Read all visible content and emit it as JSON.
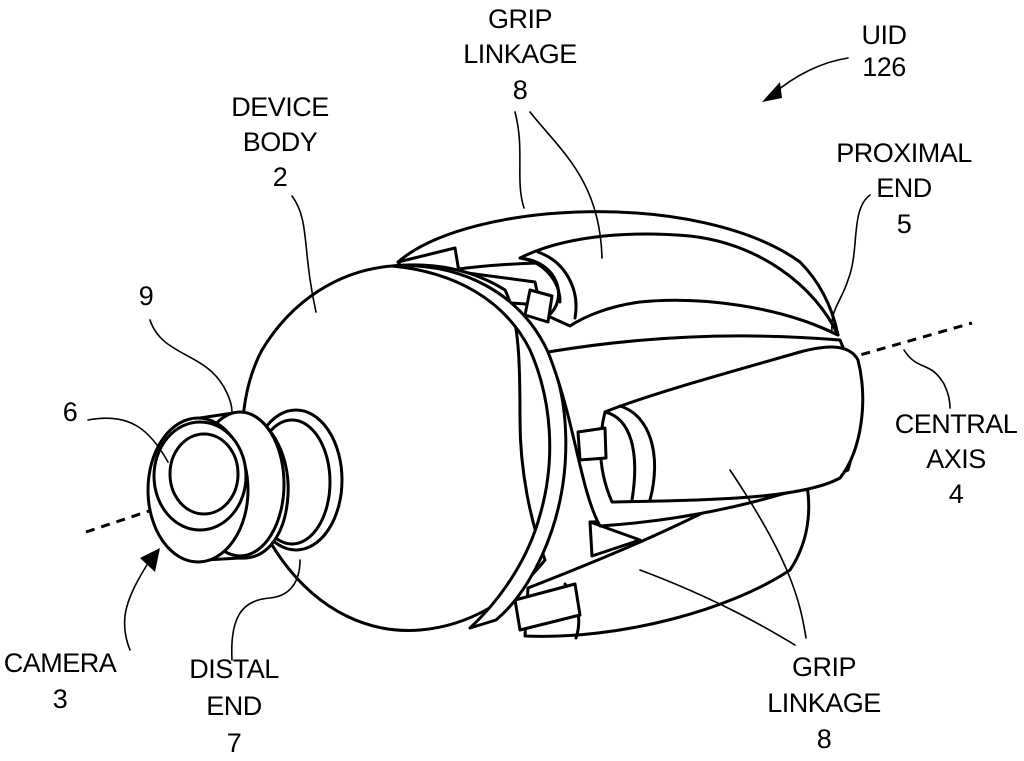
{
  "labels": {
    "uid": {
      "line1": "UID",
      "line2": "126"
    },
    "grip_top": {
      "line1": "GRIP",
      "line2": "LINKAGE",
      "line3": "8"
    },
    "device_body": {
      "line1": "DEVICE",
      "line2": "BODY",
      "line3": "2"
    },
    "proximal_end": {
      "line1": "PROXIMAL",
      "line2": "END",
      "line3": "5"
    },
    "ref9": {
      "line1": "9"
    },
    "ref6": {
      "line1": "6"
    },
    "central_axis": {
      "line1": "CENTRAL",
      "line2": "AXIS",
      "line3": "4"
    },
    "camera": {
      "line1": "CAMERA",
      "line2": "3"
    },
    "distal_end": {
      "line1": "DISTAL",
      "line2": "END",
      "line3": "7"
    },
    "grip_bottom": {
      "line1": "GRIP",
      "line2": "LINKAGE",
      "line3": "8"
    }
  }
}
